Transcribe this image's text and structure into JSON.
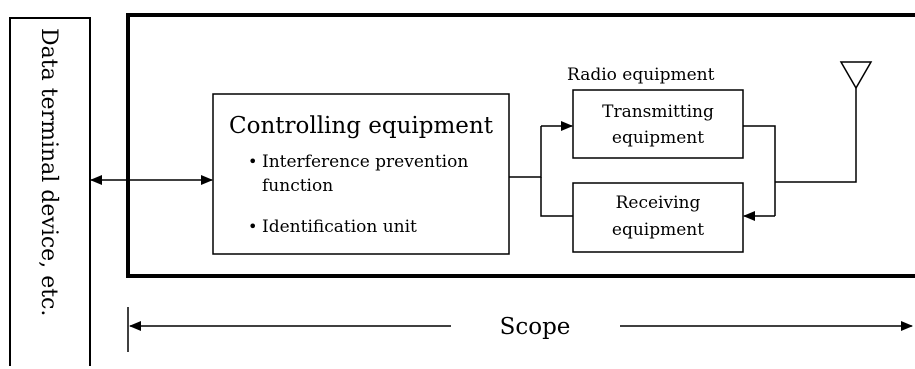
{
  "diagram": {
    "terminal_label": "Data terminal device, etc.",
    "radio_group_label": "Radio equipment",
    "controlling": {
      "title": "Controlling equipment",
      "bullet_1_line_1": "Interference prevention",
      "bullet_1_line_2": "function",
      "bullet_2": "Identification unit",
      "bullet_glyph": "•"
    },
    "transmitting": {
      "line_1": "Transmitting",
      "line_2": "equipment"
    },
    "receiving": {
      "line_1": "Receiving",
      "line_2": "equipment"
    },
    "scope_label": "Scope"
  }
}
